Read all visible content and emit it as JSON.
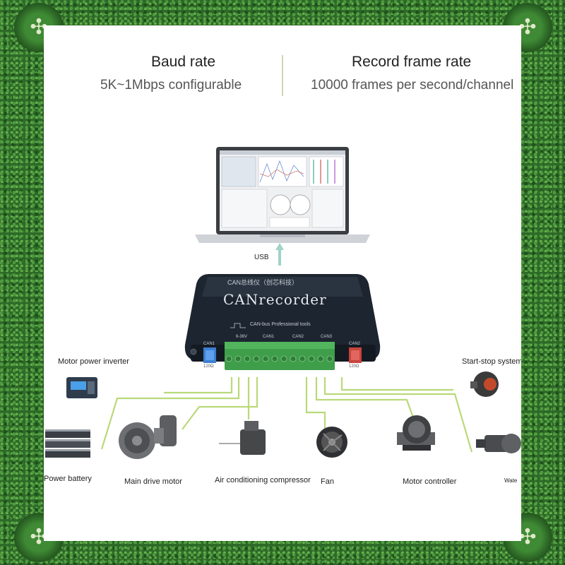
{
  "header": {
    "left_title": "Baud rate",
    "left_sub": "5K~1Mbps configurable",
    "right_title": "Record frame rate",
    "right_sub": "10000 frames per second/channel"
  },
  "device": {
    "top_label": "CAN总线仪（创芯科技）",
    "brand": "CANrecorder",
    "tagline": "CAN-bus Professional tools",
    "port_labels": [
      "6-36V",
      "CAN1",
      "CAN2",
      "CAN3"
    ],
    "left_port": "CAN1",
    "right_port": "CAN2",
    "left_port_sub": "120Ω",
    "right_port_sub": "120Ω"
  },
  "usb_label": "USB",
  "nodes": [
    {
      "label": "Motor power inverter"
    },
    {
      "label": "Start-stop system"
    },
    {
      "label": "Power battery"
    },
    {
      "label": "Main drive motor"
    },
    {
      "label": "Air conditioning compressor"
    },
    {
      "label": "Fan"
    },
    {
      "label": "Motor controller"
    },
    {
      "label": "Wate"
    }
  ],
  "colors": {
    "wire": "#b9d97a",
    "frame": "#2d6a28",
    "device_body": "#1d2530",
    "terminal": "#3f9e4a"
  }
}
